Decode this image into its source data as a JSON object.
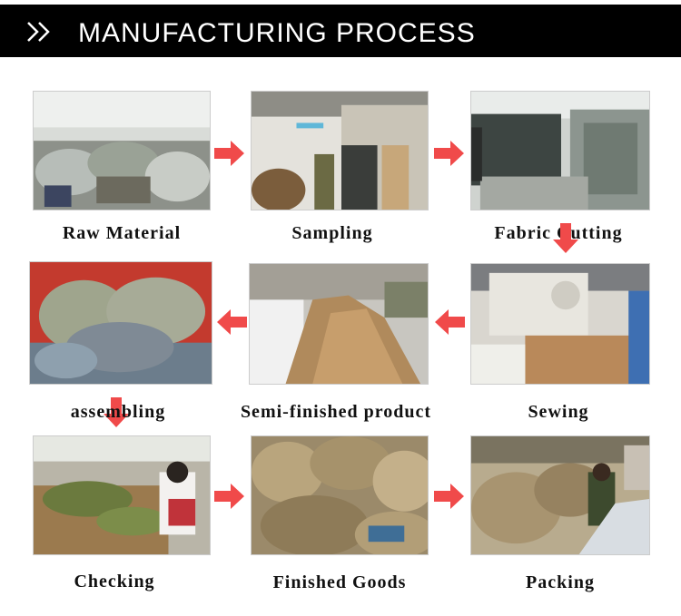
{
  "header": {
    "title": "MANUFACTURING PROCESS",
    "icon": "double-chevron-right-icon"
  },
  "steps": [
    {
      "label": "Raw Material"
    },
    {
      "label": "Sampling"
    },
    {
      "label": "Fabric Cutting"
    },
    {
      "label": "assembling"
    },
    {
      "label": "Semi-finished product"
    },
    {
      "label": "Sewing"
    },
    {
      "label": "Checking"
    },
    {
      "label": "Finished Goods"
    },
    {
      "label": "Packing"
    }
  ],
  "colors": {
    "header_bg": "#000000",
    "header_text": "#ffffff",
    "arrow": "#f04a4a"
  }
}
